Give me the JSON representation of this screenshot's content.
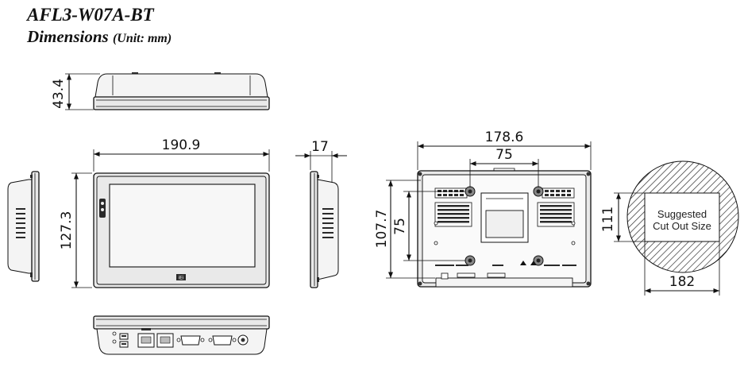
{
  "title": {
    "model": "AFL3-W07A-BT",
    "heading": "Dimensions",
    "unit": "(Unit: mm)"
  },
  "dimensions": {
    "top_height": "43.4",
    "front_width": "190.9",
    "front_height": "127.3",
    "side_depth": "17",
    "rear_width": "178.6",
    "rear_mount_width": "75",
    "rear_height": "107.7",
    "rear_mount_height": "75",
    "cutout_width": "182",
    "cutout_height": "111"
  },
  "labels": {
    "cutout": [
      "Suggested",
      "Cut Out Size"
    ],
    "front_logo": "iEi"
  }
}
